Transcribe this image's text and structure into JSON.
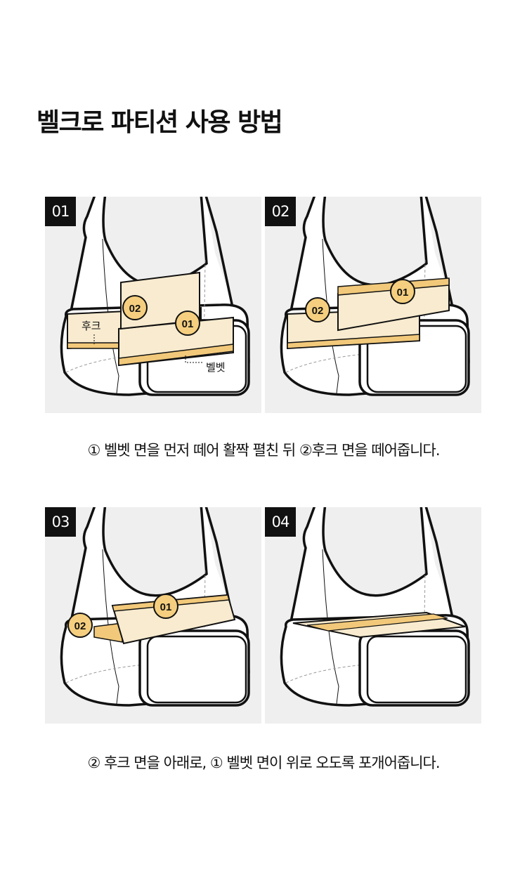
{
  "title": "벨크로 파티션 사용 방법",
  "panels": [
    {
      "step": "01",
      "badges": [
        "02",
        "01"
      ],
      "labels": {
        "hook": "후크",
        "velvet": "벨벳"
      }
    },
    {
      "step": "02",
      "badges": [
        "01",
        "02"
      ]
    },
    {
      "step": "03",
      "badges": [
        "01",
        "02"
      ]
    },
    {
      "step": "04"
    }
  ],
  "captions": [
    "① 벨벳 면을 먼저 떼어 활짝 펼친 뒤 ②후크 면을 떼어줍니다.",
    "② 후크 면을 아래로, ① 벨벳 면이 위로 오도록 포개어줍니다."
  ],
  "colors": {
    "flap": "#f8ebcf",
    "strip": "#f2c97a",
    "badge": "#f5cf7f",
    "panel_bg": "#efefef"
  }
}
